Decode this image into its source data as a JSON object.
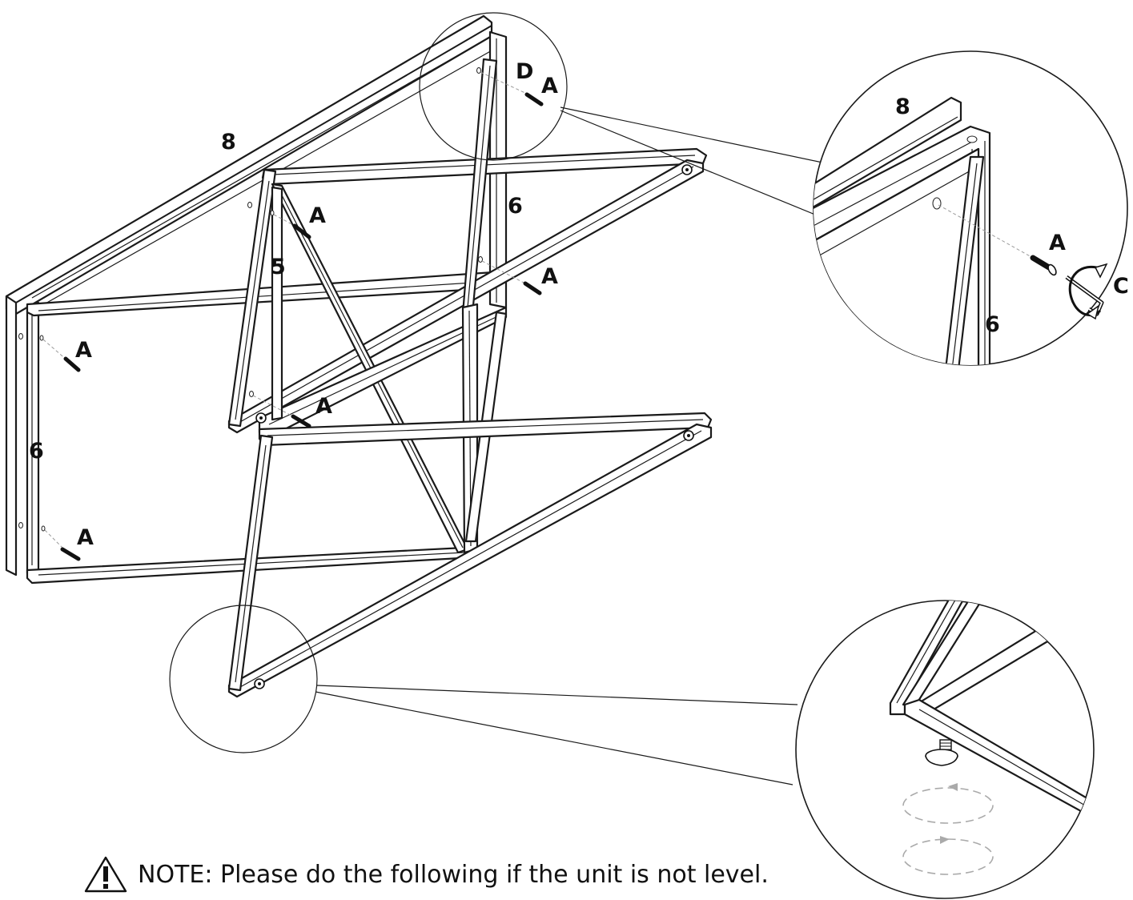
{
  "note": {
    "text": "NOTE: Please do the following if the unit is not level.",
    "icon": "warning-triangle-icon"
  },
  "part_labels": {
    "top_bar": "8",
    "side_panel": "6",
    "cross_brace": "5",
    "screw": "A",
    "hex_key": "C",
    "dowel": "D"
  }
}
